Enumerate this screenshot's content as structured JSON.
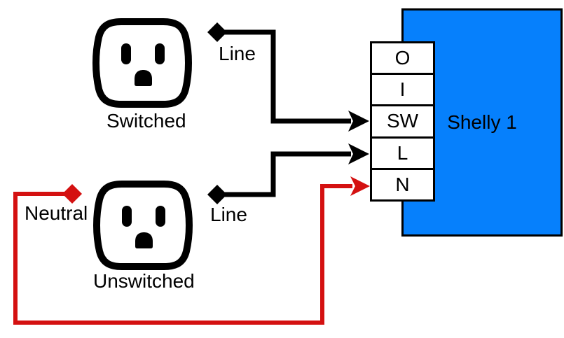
{
  "device": {
    "label": "Shelly 1",
    "fill": "#0680fc",
    "border_color": "#000000"
  },
  "terminals": [
    "O",
    "I",
    "SW",
    "L",
    "N"
  ],
  "outlets": {
    "switched_label": "Switched",
    "unswitched_label": "Unswitched"
  },
  "wires": {
    "line_switched": {
      "label": "Line",
      "color": "#000000"
    },
    "line_unswitched": {
      "label": "Line",
      "color": "#000000"
    },
    "neutral": {
      "label": "Neutral",
      "color": "#d41111"
    }
  },
  "colors": {
    "background": "#ffffff",
    "outline": "#000000",
    "text": "#000000"
  }
}
